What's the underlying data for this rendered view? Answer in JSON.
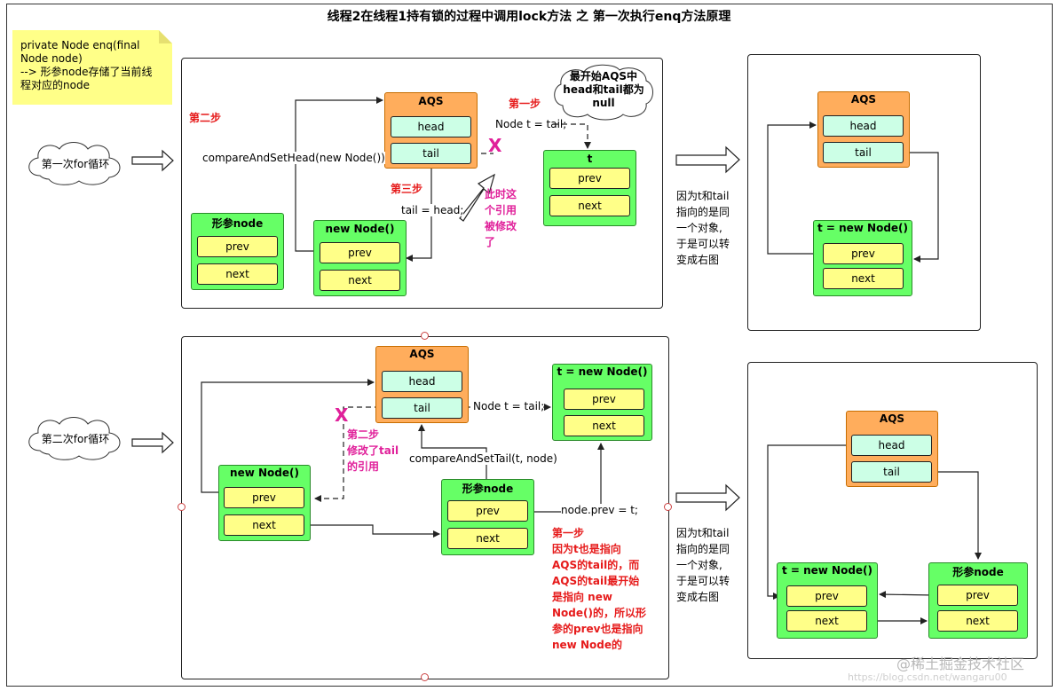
{
  "title": "线程2在线程1持有锁的过程中调用lock方法 之 第一次执行enq方法原理",
  "note": {
    "line1": "private Node enq(final",
    "line2": "Node node)",
    "line3": "--> 形参node存储了当前线",
    "line4": "程对应的node"
  },
  "loop1": "第一次for循环",
  "loop2": "第二次for循环",
  "p1": {
    "aqs_title": "AQS",
    "head": "head",
    "tail": "tail",
    "t_title": "t",
    "t_prev": "prev",
    "t_next": "next",
    "param_title": "形参node",
    "param_prev": "prev",
    "param_next": "next",
    "new_title": "new Node()",
    "new_prev": "prev",
    "new_next": "next",
    "step1": "第一步",
    "step2": "第二步",
    "step3": "第三步",
    "cas_head": "compareAndSetHead(new Node())",
    "node_t_tail": "Node t = tail;",
    "tail_eq_head": "tail = head;",
    "bubble1": "最开始AQS中",
    "bubble2": "head和tail都为",
    "bubble3": "null",
    "x": "X",
    "mod1": "此时这",
    "mod2": "个引用",
    "mod3": "被修改",
    "mod4": "了"
  },
  "p2": {
    "aqs_title": "AQS",
    "head": "head",
    "tail": "tail",
    "t_title": "t = new Node()",
    "t_prev": "prev",
    "t_next": "next"
  },
  "explain1": {
    "l1": "因为t和tail",
    "l2": "指向的是同",
    "l3": "一个对象,",
    "l4": "于是可以转",
    "l5": "变成右图"
  },
  "p3": {
    "aqs_title": "AQS",
    "head": "head",
    "tail": "tail",
    "t_title": "t = new Node()",
    "t_prev": "prev",
    "t_next": "next",
    "new_title": "new Node()",
    "new_prev": "prev",
    "new_next": "next",
    "param_title": "形参node",
    "param_prev": "prev",
    "param_next": "next",
    "node_t_tail": "Node t = tail;",
    "cas_tail": "compareAndSetTail(t, node)",
    "node_prev_t": "node.prev = t;",
    "x": "X",
    "step2a": "第二步",
    "step2b": "修改了tail",
    "step2c": "的引用",
    "s1": "第一步",
    "s2": "因为t也是指向",
    "s3": "AQS的tail的，而",
    "s4": "AQS的tail最开始",
    "s5": "是指向 new",
    "s6": "Node()的，所以形",
    "s7": "参的prev也是指向",
    "s8": "new Node的"
  },
  "explain2": {
    "l1": "因为t和tail",
    "l2": "指向的是同",
    "l3": "一个对象,",
    "l4": "于是可以转",
    "l5": "变成右图"
  },
  "p4": {
    "aqs_title": "AQS",
    "head": "head",
    "tail": "tail",
    "t_title": "t = new Node()",
    "t_prev": "prev",
    "t_next": "next",
    "param_title": "形参node",
    "param_prev": "prev",
    "param_next": "next"
  },
  "watermark": "@稀土掘金技术社区",
  "url": "https://blog.csdn.net/wangaru00"
}
